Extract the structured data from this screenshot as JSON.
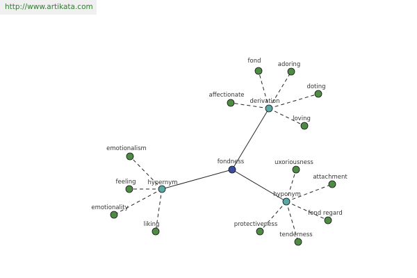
{
  "banner": {
    "url_text": "http://www.artikata.com"
  },
  "colors": {
    "root": "#3a4ea0",
    "relation": "#5aa7a3",
    "leaf": "#4f8b44",
    "edge": "#222222",
    "banner_text": "#2f7d2f",
    "banner_bg": "#f0f0f0"
  },
  "graph": {
    "root": {
      "id": "fondness",
      "label": "fondness"
    },
    "relations": [
      {
        "id": "derivation",
        "label": "derivation",
        "terms": [
          "fond",
          "adoring",
          "doting",
          "affectionate",
          "loving"
        ]
      },
      {
        "id": "hypernym",
        "label": "hypernym",
        "terms": [
          "emotionalism",
          "feeling",
          "emotionality",
          "liking"
        ]
      },
      {
        "id": "hyponym",
        "label": "hyponym",
        "terms": [
          "uxoriousness",
          "attachment",
          "fond regard",
          "protectiveness",
          "tenderness"
        ]
      }
    ]
  }
}
